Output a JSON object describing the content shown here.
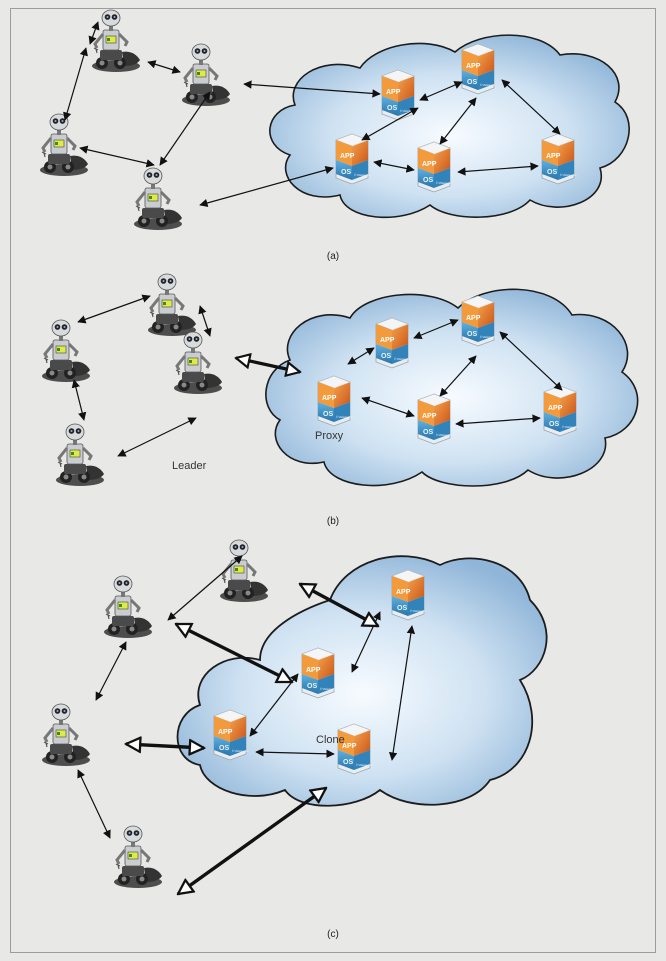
{
  "panels": [
    {
      "label": "(a)"
    },
    {
      "label": "(b)"
    },
    {
      "label": "(c)"
    }
  ],
  "annotations": {
    "leader": "Leader",
    "proxy": "Proxy",
    "clone": "Clone"
  },
  "vm_badge": {
    "app": "APP",
    "os": "OS",
    "vendor": "© VMware, Inc."
  },
  "colors": {
    "background": "#e8e8e7",
    "cloud_fill": "#cfe2f2",
    "cloud_edge": "#1c1c1c",
    "vm_orange": "#e2741f",
    "vm_blue": "#3a91c9",
    "robot_body": "#c9cdd1",
    "robot_dark": "#2e2e2e"
  }
}
